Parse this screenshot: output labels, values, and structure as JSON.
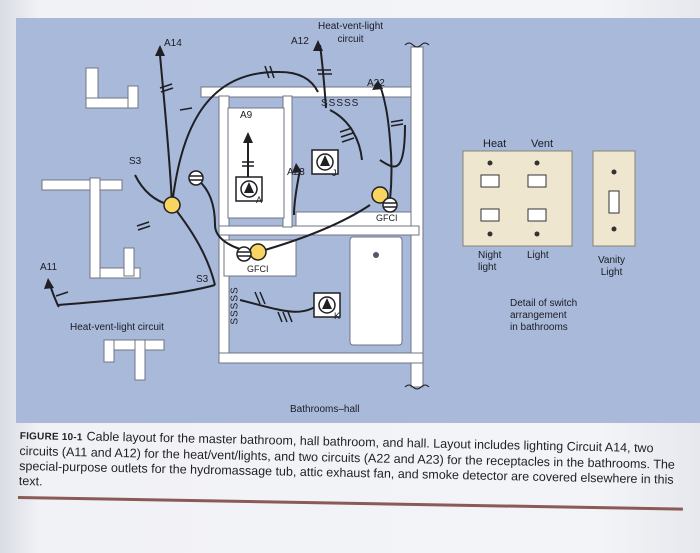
{
  "diagram": {
    "circuit_labels": {
      "a14": "A14",
      "a12": "A12",
      "heat_vent_light_circuit_top": "Heat-vent-light\ncircuit",
      "a22": "A22",
      "a9": "A9",
      "a23": "A23",
      "a11": "A11",
      "heat_vent_light_circuit_left": "Heat-vent-light circuit",
      "sssss_top": "SSSSS",
      "sssss_vertical": "SSSSS",
      "s3_upper": "S3",
      "s3_lower": "S3",
      "gfci_right": "GFCI",
      "gfci_left": "GFCI",
      "mark_a": "A",
      "mark_j": "J",
      "mark_k": "K"
    },
    "bottom_label": "Bathrooms–hall"
  },
  "switch_detail": {
    "heat": "Heat",
    "vent": "Vent",
    "night_light": "Night\nlight",
    "light": "Light",
    "vanity_light": "Vanity\nLight",
    "description": "Detail of switch\narrangement\nin bathrooms"
  },
  "caption": {
    "figure_label": "FIGURE 10-1",
    "text": "Cable layout for the master bathroom, hall bathroom, and hall. Layout includes lighting Circuit A14, two circuits (A11 and A12) for the heat/vent/lights, and two circuits (A22 and A23) for the receptacles in the bathrooms. The special-purpose outlets for the hydromassage tub, attic exhaust fan, and smoke detector are covered elsewhere in this text."
  },
  "colors": {
    "panel": "#a8b9d9",
    "wall": "#ffffff",
    "light_fixture": "#f7d560",
    "wire": "#1f1f24",
    "caption_rule": "#8a5a55"
  }
}
